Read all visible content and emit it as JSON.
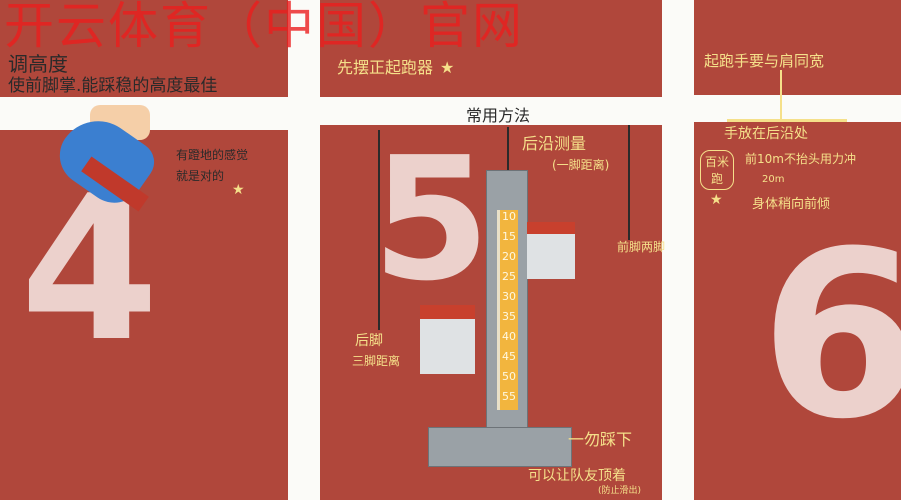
{
  "watermark": "开云体育（中国）官网",
  "panel1": {
    "title": "调高度",
    "subtitle": "使前脚掌.能踩稳的高度最佳",
    "note": "有蹬地的感觉\n就是对的",
    "number": "4"
  },
  "panel2": {
    "top": "先摆正起跑器",
    "header": "常用方法",
    "method": "后沿测量",
    "method_sub": "(一脚距离)",
    "front": "前脚两脚",
    "back": "后脚",
    "back_sub": "三脚距离",
    "step": "一勿踩下",
    "brace": "可以让队友顶着",
    "brace_sub": "(防止滑出)",
    "number": "5",
    "ruler": [
      "10",
      "15",
      "20",
      "25",
      "30",
      "35",
      "40",
      "45",
      "50",
      "55"
    ]
  },
  "panel3": {
    "top": "起跑手要与肩同宽",
    "hand": "手放在后沿处",
    "bracket": "百米跑",
    "sprint": "前10m不抬头用力冲",
    "sprint2": "20m",
    "lean": "身体稍向前倾",
    "number": "6"
  },
  "colors": {
    "track": "#b0473b",
    "number": "#ecd1cc",
    "annotation": "#f5e08a",
    "ruler": "#f2b53e"
  }
}
